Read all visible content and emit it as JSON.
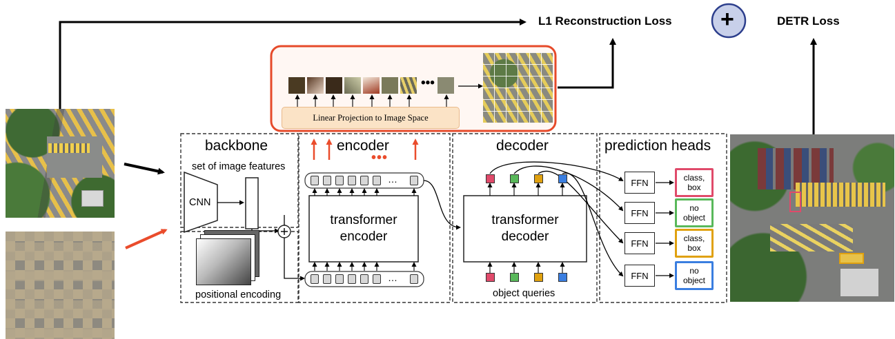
{
  "losses": {
    "reconstruction": "L1 Reconstruction Loss",
    "plus": "+",
    "detr": "DETR Loss"
  },
  "reconstruction_branch": {
    "projection_label": "Linear Projection to Image Space",
    "ellipsis": "•••"
  },
  "backbone": {
    "title": "backbone",
    "features_label": "set of image features",
    "cnn_label": "CNN",
    "positional_label": "positional encoding",
    "plus": "+"
  },
  "encoder": {
    "title": "encoder",
    "red_dots": "•••",
    "block_label": "transformer\nencoder",
    "block_line1": "transformer",
    "block_line2": "encoder",
    "ellipsis": "…"
  },
  "decoder": {
    "title": "decoder",
    "block_line1": "transformer",
    "block_line2": "decoder",
    "queries_label": "object queries"
  },
  "prediction_heads": {
    "title": "prediction heads",
    "ffn_label": "FFN",
    "outputs": [
      {
        "line1": "class,",
        "line2": "box",
        "color": "#e04a6a"
      },
      {
        "line1": "no",
        "line2": "object",
        "color": "#59b85a"
      },
      {
        "line1": "class,",
        "line2": "box",
        "color": "#e0a10f"
      },
      {
        "line1": "no",
        "line2": "object",
        "color": "#3a7ee0"
      }
    ]
  },
  "query_colors": [
    "#e04a6a",
    "#59b85a",
    "#e0a10f",
    "#3a7ee0"
  ],
  "accent": {
    "red": "#ea4c2c",
    "circle_fill": "#c8d0ea",
    "circle_stroke": "#2c3e8c"
  }
}
